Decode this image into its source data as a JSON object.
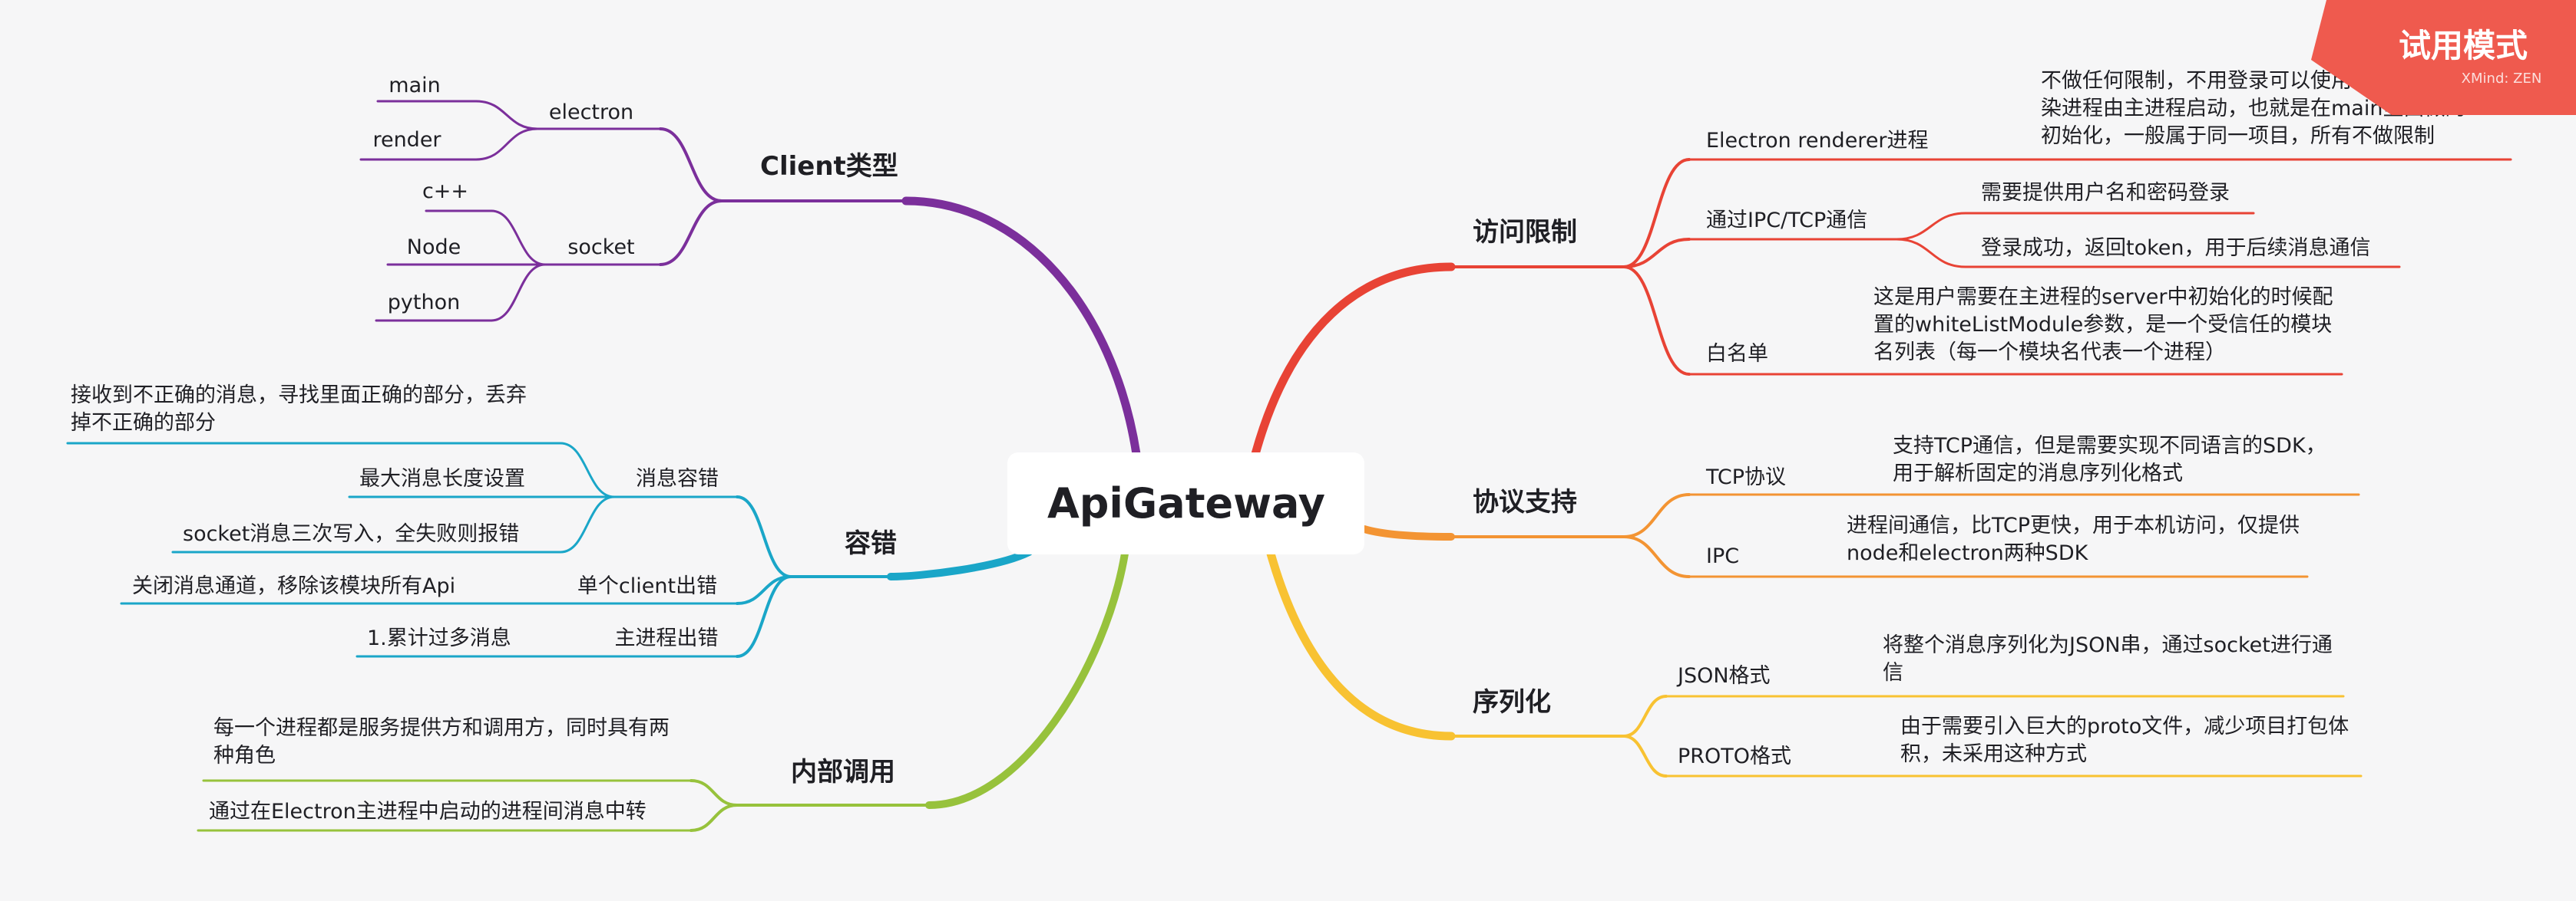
{
  "center": "ApiGateway",
  "badge": {
    "text": "试用模式",
    "sub": "XMind: ZEN"
  },
  "colors": {
    "client": "#7b2f9b",
    "fault": "#1aa6c8",
    "internal": "#97c23c",
    "access": "#e84335",
    "protocol": "#f39433",
    "serial": "#f8c232",
    "badge": "#ef5a4e"
  },
  "branches": {
    "client": {
      "title": "Client类型",
      "electron": {
        "label": "electron",
        "items": [
          "main",
          "render"
        ]
      },
      "socket": {
        "label": "socket",
        "items": [
          "c++",
          "Node",
          "python"
        ]
      }
    },
    "fault": {
      "title": "容错",
      "msg": {
        "label": "消息容错",
        "items": [
          "接收到不正确的消息，寻找里面正确的部分，丢弃掉不正确的部分",
          "最大消息长度设置",
          "socket消息三次写入，全失败则报错"
        ]
      },
      "single": {
        "label": "单个client出错",
        "items": [
          "关闭消息通道，移除该模块所有Api"
        ]
      },
      "mainproc": {
        "label": "主进程出错",
        "items": [
          "1.累计过多消息"
        ]
      }
    },
    "internal": {
      "title": "内部调用",
      "items": [
        "每一个进程都是服务提供方和调用方，同时具有两种角色",
        "通过在Electron主进程中启动的进程间消息中转"
      ]
    },
    "access": {
      "title": "访问限制",
      "renderer": {
        "label": "Electron renderer进程",
        "items": [
          "不做任何限制，不用登录可以使用，Electron渲染进程由主进程启动，也就是在main里面做的初始化，一般属于同一项目，所有不做限制"
        ]
      },
      "ipc": {
        "label": "通过IPC/TCP通信",
        "items": [
          "需要提供用户名和密码登录",
          "登录成功，返回token，用于后续消息通信"
        ]
      },
      "white": {
        "label": "白名单",
        "items": [
          "这是用户需要在主进程的server中初始化的时候配置的whiteListModule参数，是一个受信任的模块名列表（每一个模块名代表一个进程）"
        ]
      }
    },
    "protocol": {
      "title": "协议支持",
      "tcp": {
        "label": "TCP协议",
        "items": [
          "支持TCP通信，但是需要实现不同语言的SDK，用于解析固定的消息序列化格式"
        ]
      },
      "ipc": {
        "label": "IPC",
        "items": [
          "进程间通信，比TCP更快，用于本机访问，仅提供node和electron两种SDK"
        ]
      }
    },
    "serial": {
      "title": "序列化",
      "json": {
        "label": "JSON格式",
        "items": [
          "将整个消息序列化为JSON串，通过socket进行通信"
        ]
      },
      "proto": {
        "label": "PROTO格式",
        "items": [
          "由于需要引入巨大的proto文件，减少项目打包体积，未采用这种方式"
        ]
      }
    }
  }
}
